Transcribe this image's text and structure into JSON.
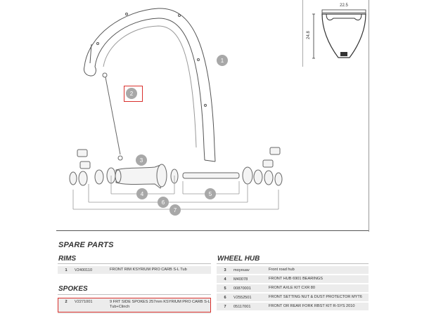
{
  "diagram": {
    "callouts": [
      "1",
      "2",
      "3",
      "4",
      "5",
      "6",
      "7"
    ],
    "profile": {
      "width_label": "22.5",
      "height_label": "24.8"
    }
  },
  "spare_parts": {
    "title": "SPARE PARTS",
    "rims": {
      "title": "RIMS",
      "rows": [
        {
          "n": "1",
          "code": "V2400110",
          "desc": "FRONT RIM KSYRIUM PRO CARB S-L Tub"
        }
      ]
    },
    "spokes": {
      "title": "SPOKES",
      "rows": [
        {
          "n": "2",
          "code": "V2271001",
          "desc": "9 FRT SIDE SPOKES 257mm KSYRIUM PRO CARB S-L Tub+Clinch"
        }
      ]
    },
    "wheel_hub": {
      "title": "WHEEL HUB",
      "rows": [
        {
          "n": "3",
          "code": "moyeuav",
          "desc": "Front road hub"
        },
        {
          "n": "4",
          "code": "M40078",
          "desc": "FRONT HUB 6901 BEARINGS"
        },
        {
          "n": "5",
          "code": "00870001",
          "desc": "FRONT AXLE KIT CXR 80"
        },
        {
          "n": "6",
          "code": "V2552501",
          "desc": "FRONT SETTING NUT & DUST PROTECTOR MYT6"
        },
        {
          "n": "7",
          "code": "05117001",
          "desc": "FRONT OR REAR FORK RBST KIT R-SYS 2010"
        }
      ]
    }
  }
}
